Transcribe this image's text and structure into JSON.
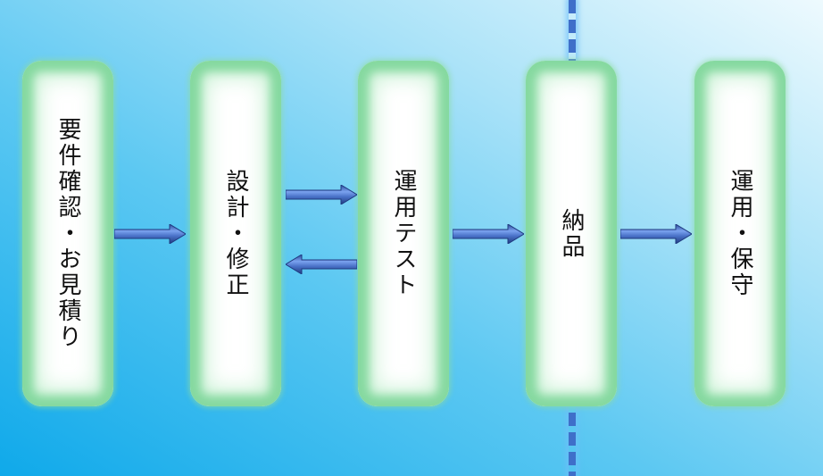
{
  "stages": [
    {
      "label": "要件確認・お見積り"
    },
    {
      "label": "設計・修正"
    },
    {
      "label": "運用テスト"
    },
    {
      "label": "納品"
    },
    {
      "label": "運用・保守"
    }
  ],
  "colors": {
    "arrow": "#4a72c8",
    "stage_border": "#86d9a0",
    "divider": "#3f6fc9"
  }
}
